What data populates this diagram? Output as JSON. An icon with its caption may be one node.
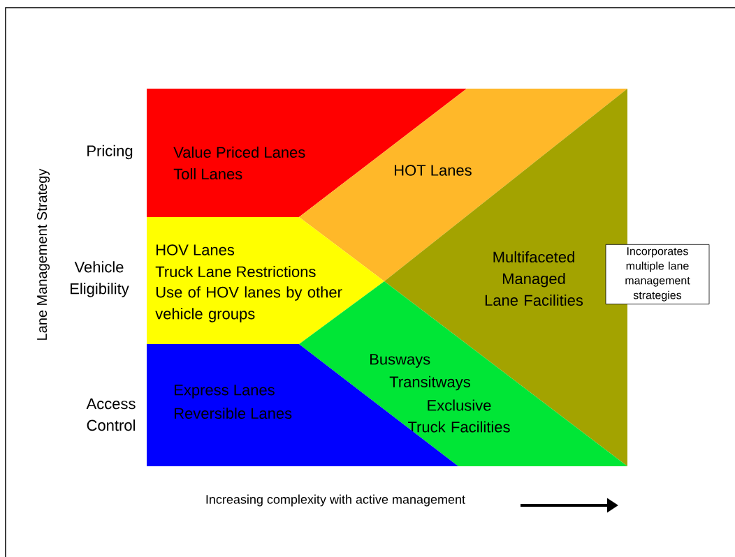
{
  "diagram": {
    "nodes": [
      {
        "text": [
          "Value Priced Lanes",
          "Toll Lanes"
        ]
      },
      {
        "text": [
          "HOT Lanes"
        ]
      },
      {
        "text": [
          "HOV Lanes",
          "Truck Lane Restrictions",
          "Use of HOV lanes by other vehicle groups"
        ]
      },
      {
        "text": [
          "Multifaceted Managed Lane Facilities"
        ]
      },
      {
        "text": [
          "Busways",
          "Transitways",
          "Exclusive Truck Facilities"
        ]
      },
      {
        "text": [
          "Express Lanes",
          "Reversible Lanes"
        ]
      },
      {
        "text": [
          "Incorporates multiple lane management strategies"
        ]
      }
    ],
    "labels": [
      "Lane Management Strategy",
      "Pricing",
      "Vehicle Eligibility",
      "Access Control",
      "Increasing complexity with active management"
    ]
  }
}
